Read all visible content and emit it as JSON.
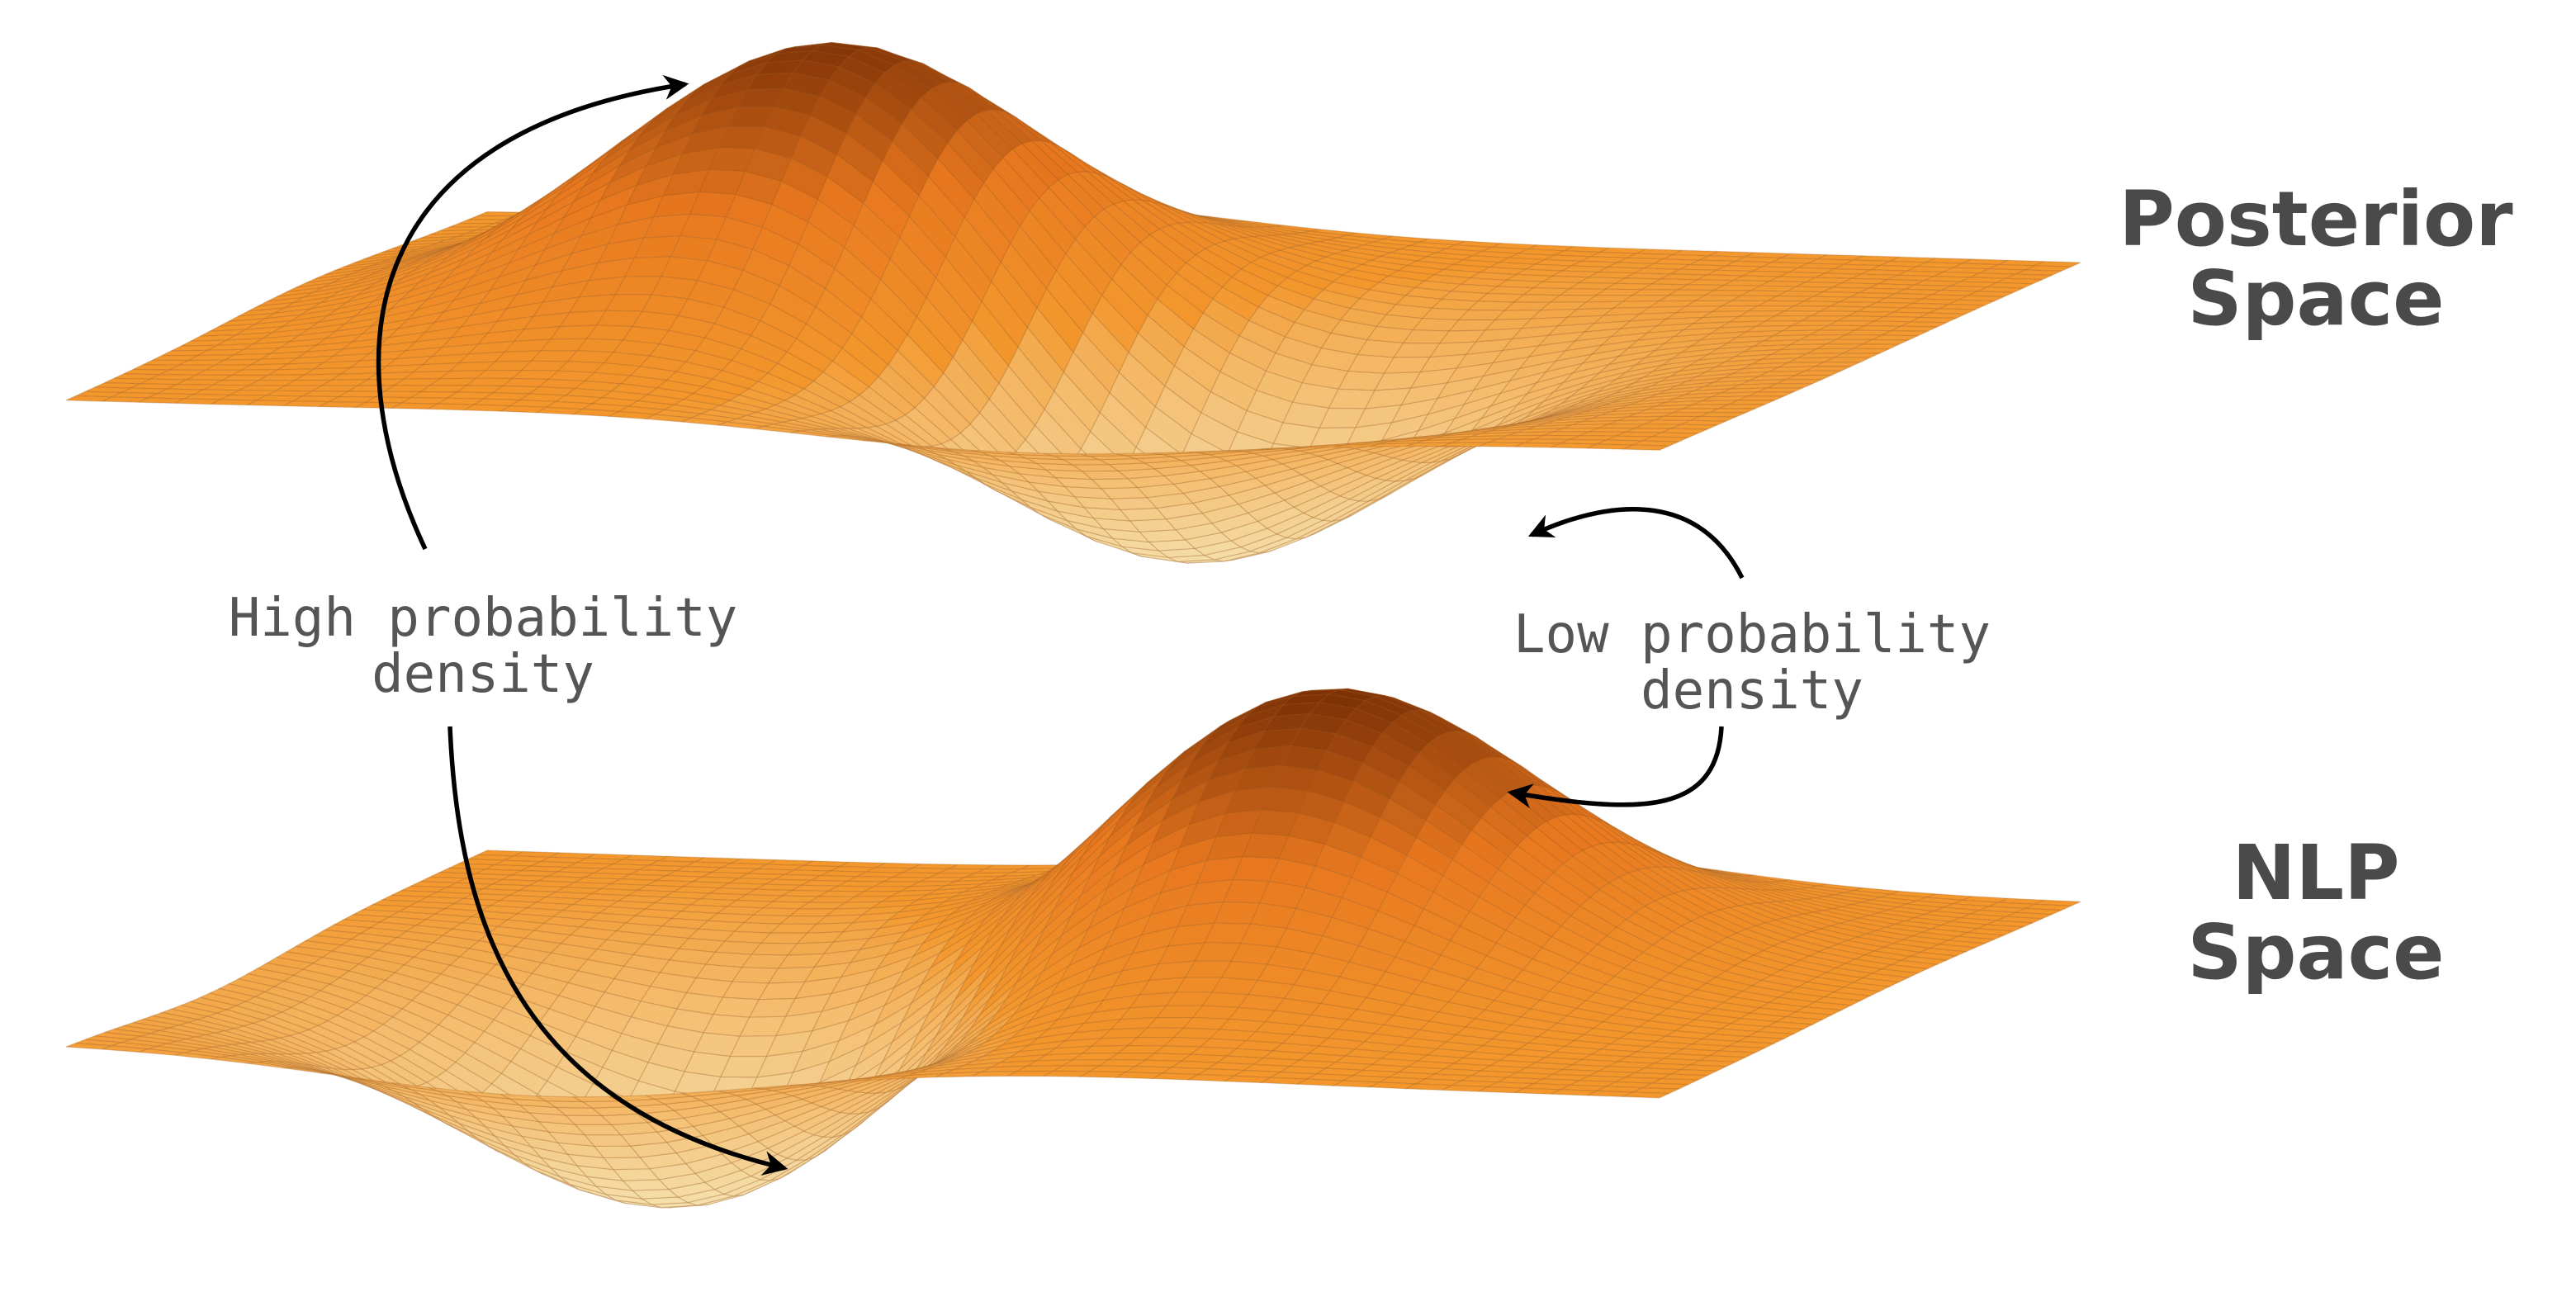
{
  "labels": {
    "posterior": {
      "line1": "Posterior",
      "line2": "Space"
    },
    "nlp": {
      "line1": "NLP",
      "line2": "Space"
    }
  },
  "annotations": {
    "high": {
      "line1": "High probability",
      "line2": "density"
    },
    "low": {
      "line1": "Low probability",
      "line2": "density"
    }
  },
  "colors": {
    "peak": "#7a2e05",
    "mid": "#e8781f",
    "flat": "#f3972c",
    "trough": "#f5efc8",
    "grid": "#9a5a20",
    "arrow": "#000000",
    "label_text": "#4a4a4a",
    "annotation_text": "#555555"
  }
}
